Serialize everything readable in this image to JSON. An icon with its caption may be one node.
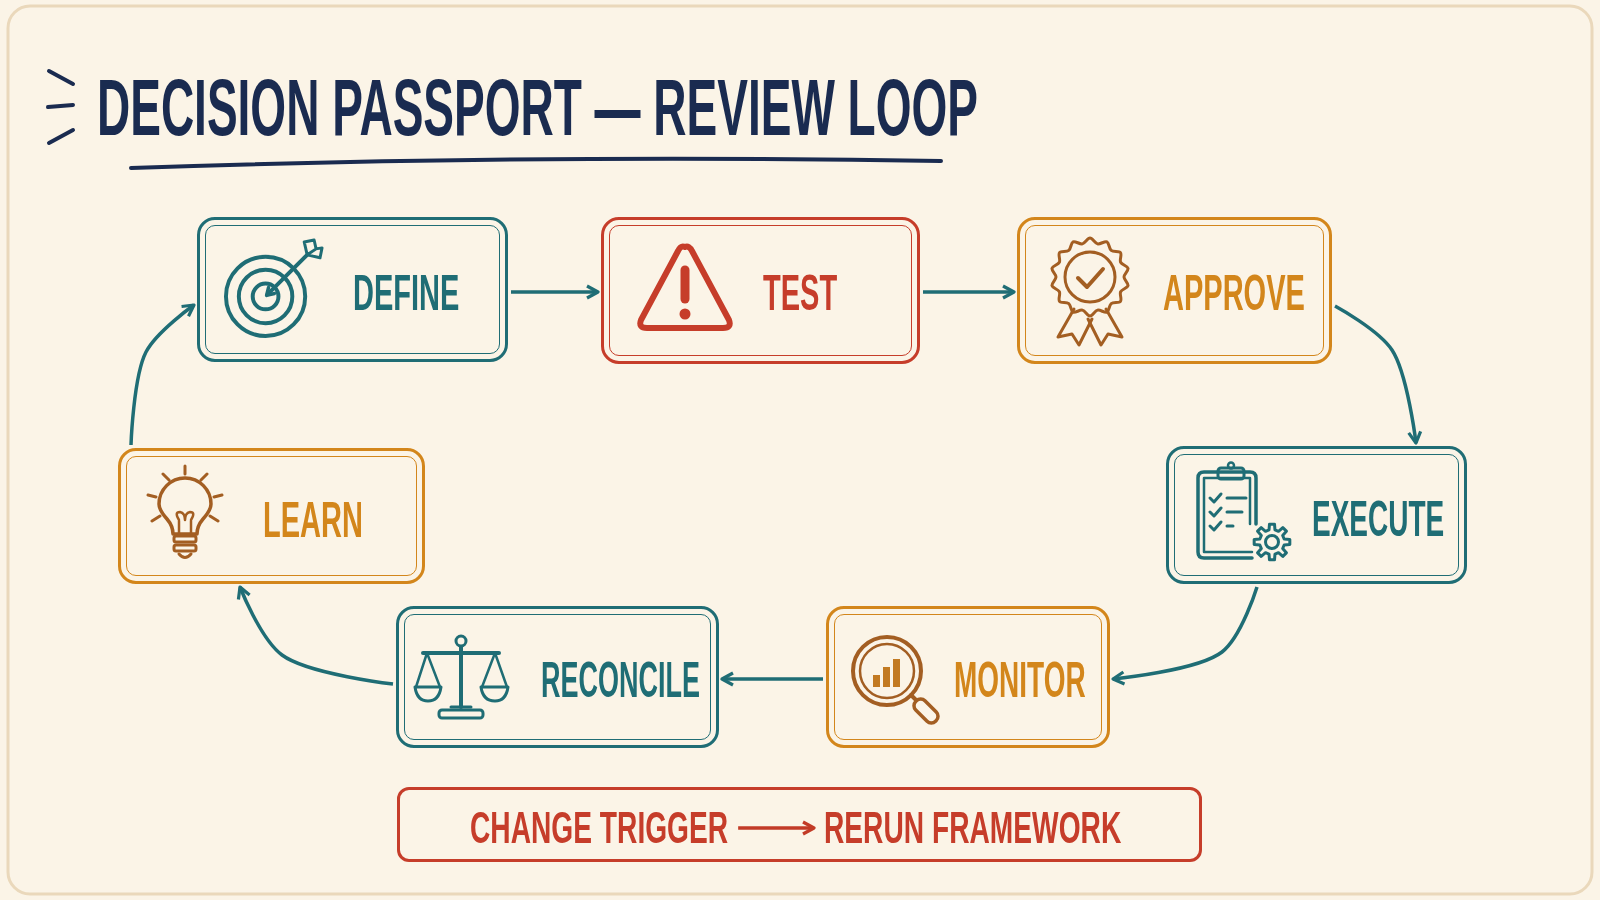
{
  "diagram": {
    "title": "DECISION PASSPORT — REVIEW LOOP",
    "nodes": [
      {
        "text": [
          "DEFINE"
        ]
      },
      {
        "text": [
          "TEST"
        ]
      },
      {
        "text": [
          "APPROVE"
        ]
      },
      {
        "text": [
          "LEARN"
        ]
      },
      {
        "text": [
          "EXECUTE"
        ]
      },
      {
        "text": [
          "RECONCILE"
        ]
      },
      {
        "text": [
          "MONITOR"
        ]
      },
      {
        "text": [],
        "shape": "box"
      },
      {
        "text": [
          "CHANGE TRIGGER"
        ],
        "in": 7
      },
      {
        "text": [
          "RERUN FRAMEWORK"
        ],
        "in": 7
      }
    ],
    "edges": [
      {
        "from": 0,
        "to": 1,
        "arrow": "to"
      },
      {
        "from": 1,
        "to": 2,
        "arrow": "to"
      },
      {
        "from": 2,
        "to": 4,
        "arrow": "to"
      },
      {
        "from": 4,
        "to": 6,
        "arrow": "to"
      },
      {
        "from": 6,
        "to": 5,
        "arrow": "to"
      },
      {
        "from": 5,
        "to": 3,
        "arrow": "to"
      },
      {
        "from": 3,
        "to": 0,
        "arrow": "to"
      },
      {
        "from": 8,
        "to": 9,
        "arrow": "to",
        "color": "#c23b27"
      }
    ]
  }
}
